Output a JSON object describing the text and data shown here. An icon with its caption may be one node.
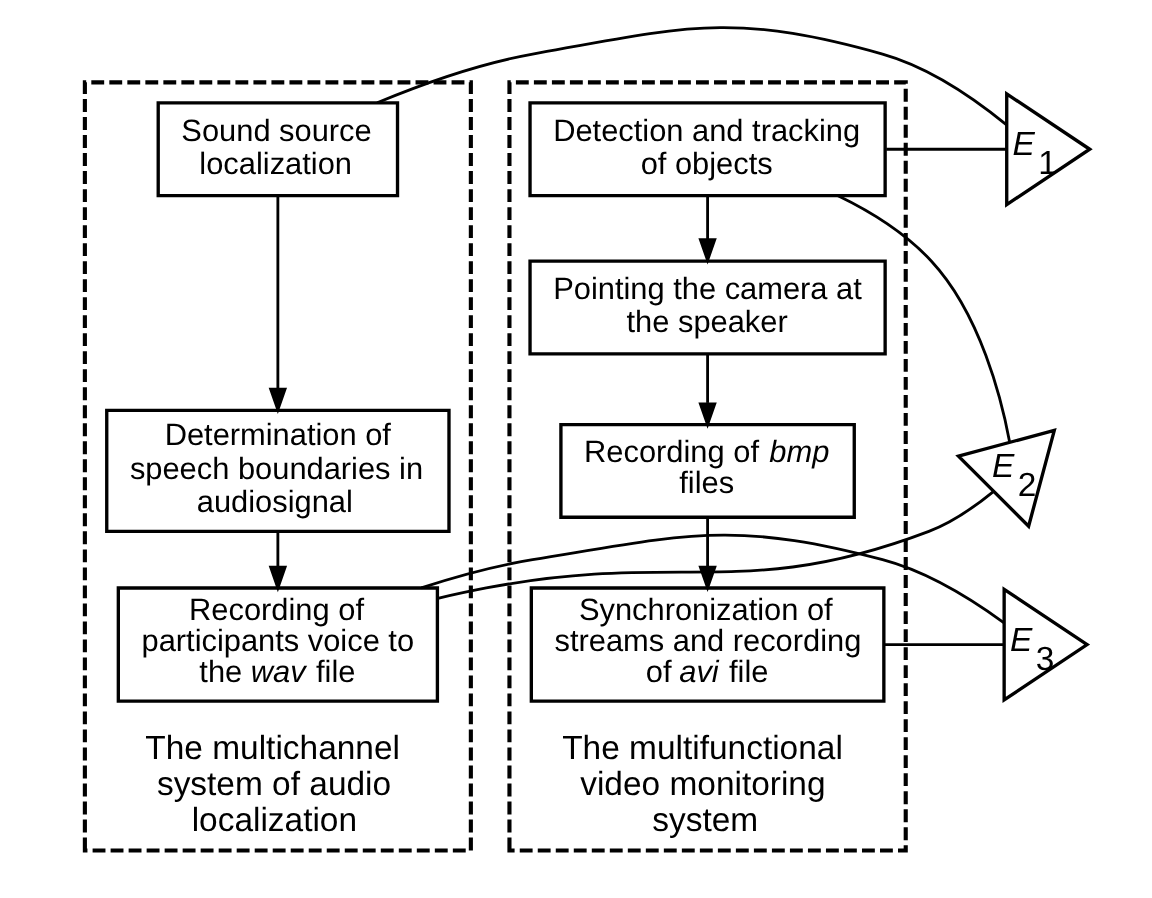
{
  "diagram": {
    "nodes": [
      {
        "text": [
          "The multichannel system of audio localization"
        ]
      },
      {
        "text": [
          "Sound source localization"
        ],
        "in": 0
      },
      {
        "text": [
          "Determination of speech boundaries in audiosignal"
        ],
        "in": 0
      },
      {
        "text": [
          "Recording of participants voice to the *wav* file"
        ],
        "in": 0
      },
      {
        "text": [
          "The multifunctional video monitoring system"
        ]
      },
      {
        "text": [
          "Detection and tracking of objects"
        ],
        "in": 4
      },
      {
        "text": [
          "Pointing the camera at the speaker"
        ],
        "in": 4
      },
      {
        "text": [
          "Recording of *bmp* files"
        ],
        "in": 4
      },
      {
        "text": [
          "Synchronization of streams and recording of *avi* file"
        ],
        "in": 4
      },
      {
        "text": [
          "*E*$_{1}$"
        ]
      },
      {
        "text": [
          "*E*$_{2}$"
        ]
      },
      {
        "text": [
          "*E*$_{3}$"
        ]
      }
    ],
    "edges": [
      {
        "from": 1,
        "to": 2,
        "arrow": "to"
      },
      {
        "from": 2,
        "to": 3,
        "arrow": "to"
      },
      {
        "from": 5,
        "to": 6,
        "arrow": "to"
      },
      {
        "from": 6,
        "to": 7,
        "arrow": "to"
      },
      {
        "from": 7,
        "to": 8,
        "arrow": "to"
      },
      {
        "from": 1,
        "to": 9,
        "arrow": "none"
      },
      {
        "from": 9,
        "to": 5,
        "arrow": "none"
      },
      {
        "from": 3,
        "to": 10,
        "arrow": "none"
      },
      {
        "from": 10,
        "to": 5,
        "arrow": "none"
      },
      {
        "from": 3,
        "to": 11,
        "arrow": "none"
      },
      {
        "from": 11,
        "to": 8,
        "arrow": "none"
      }
    ]
  }
}
